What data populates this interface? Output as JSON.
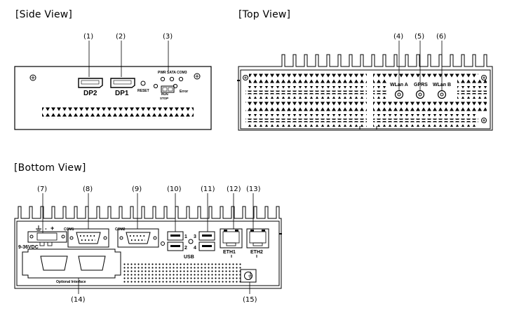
{
  "views": {
    "side": "[Side View]",
    "top": "[Top View]",
    "bottom": "[Bottom View]"
  },
  "callouts": [
    "(1)",
    "(2)",
    "(3)",
    "(4)",
    "(5)",
    "(6)",
    "(7)",
    "(8)",
    "(9)",
    "(10)",
    "(11)",
    "(12)",
    "(13)",
    "(14)",
    "(15)"
  ],
  "side_labels": {
    "dp2": "DP2",
    "dp1": "DP1",
    "reset": "RESET",
    "led_header": "PWR SATA COM3",
    "run": "RUN",
    "stop": "STOP",
    "error": "Error"
  },
  "top_labels": {
    "wlan_a": "WLan A",
    "gprs": "GPRS",
    "wlan_b": "WLan B"
  },
  "bottom_labels": {
    "com1": "COM1",
    "com2": "COM2",
    "usb": "USB",
    "usb_1": "1",
    "usb_2": "2",
    "usb_3": "3",
    "usb_4": "4",
    "eth1": "ETH1",
    "eth2": "ETH2",
    "power_in": "9-36VDC",
    "optional": "Optional Interface",
    "pwr_minus": "-",
    "pwr_plus": "+"
  }
}
